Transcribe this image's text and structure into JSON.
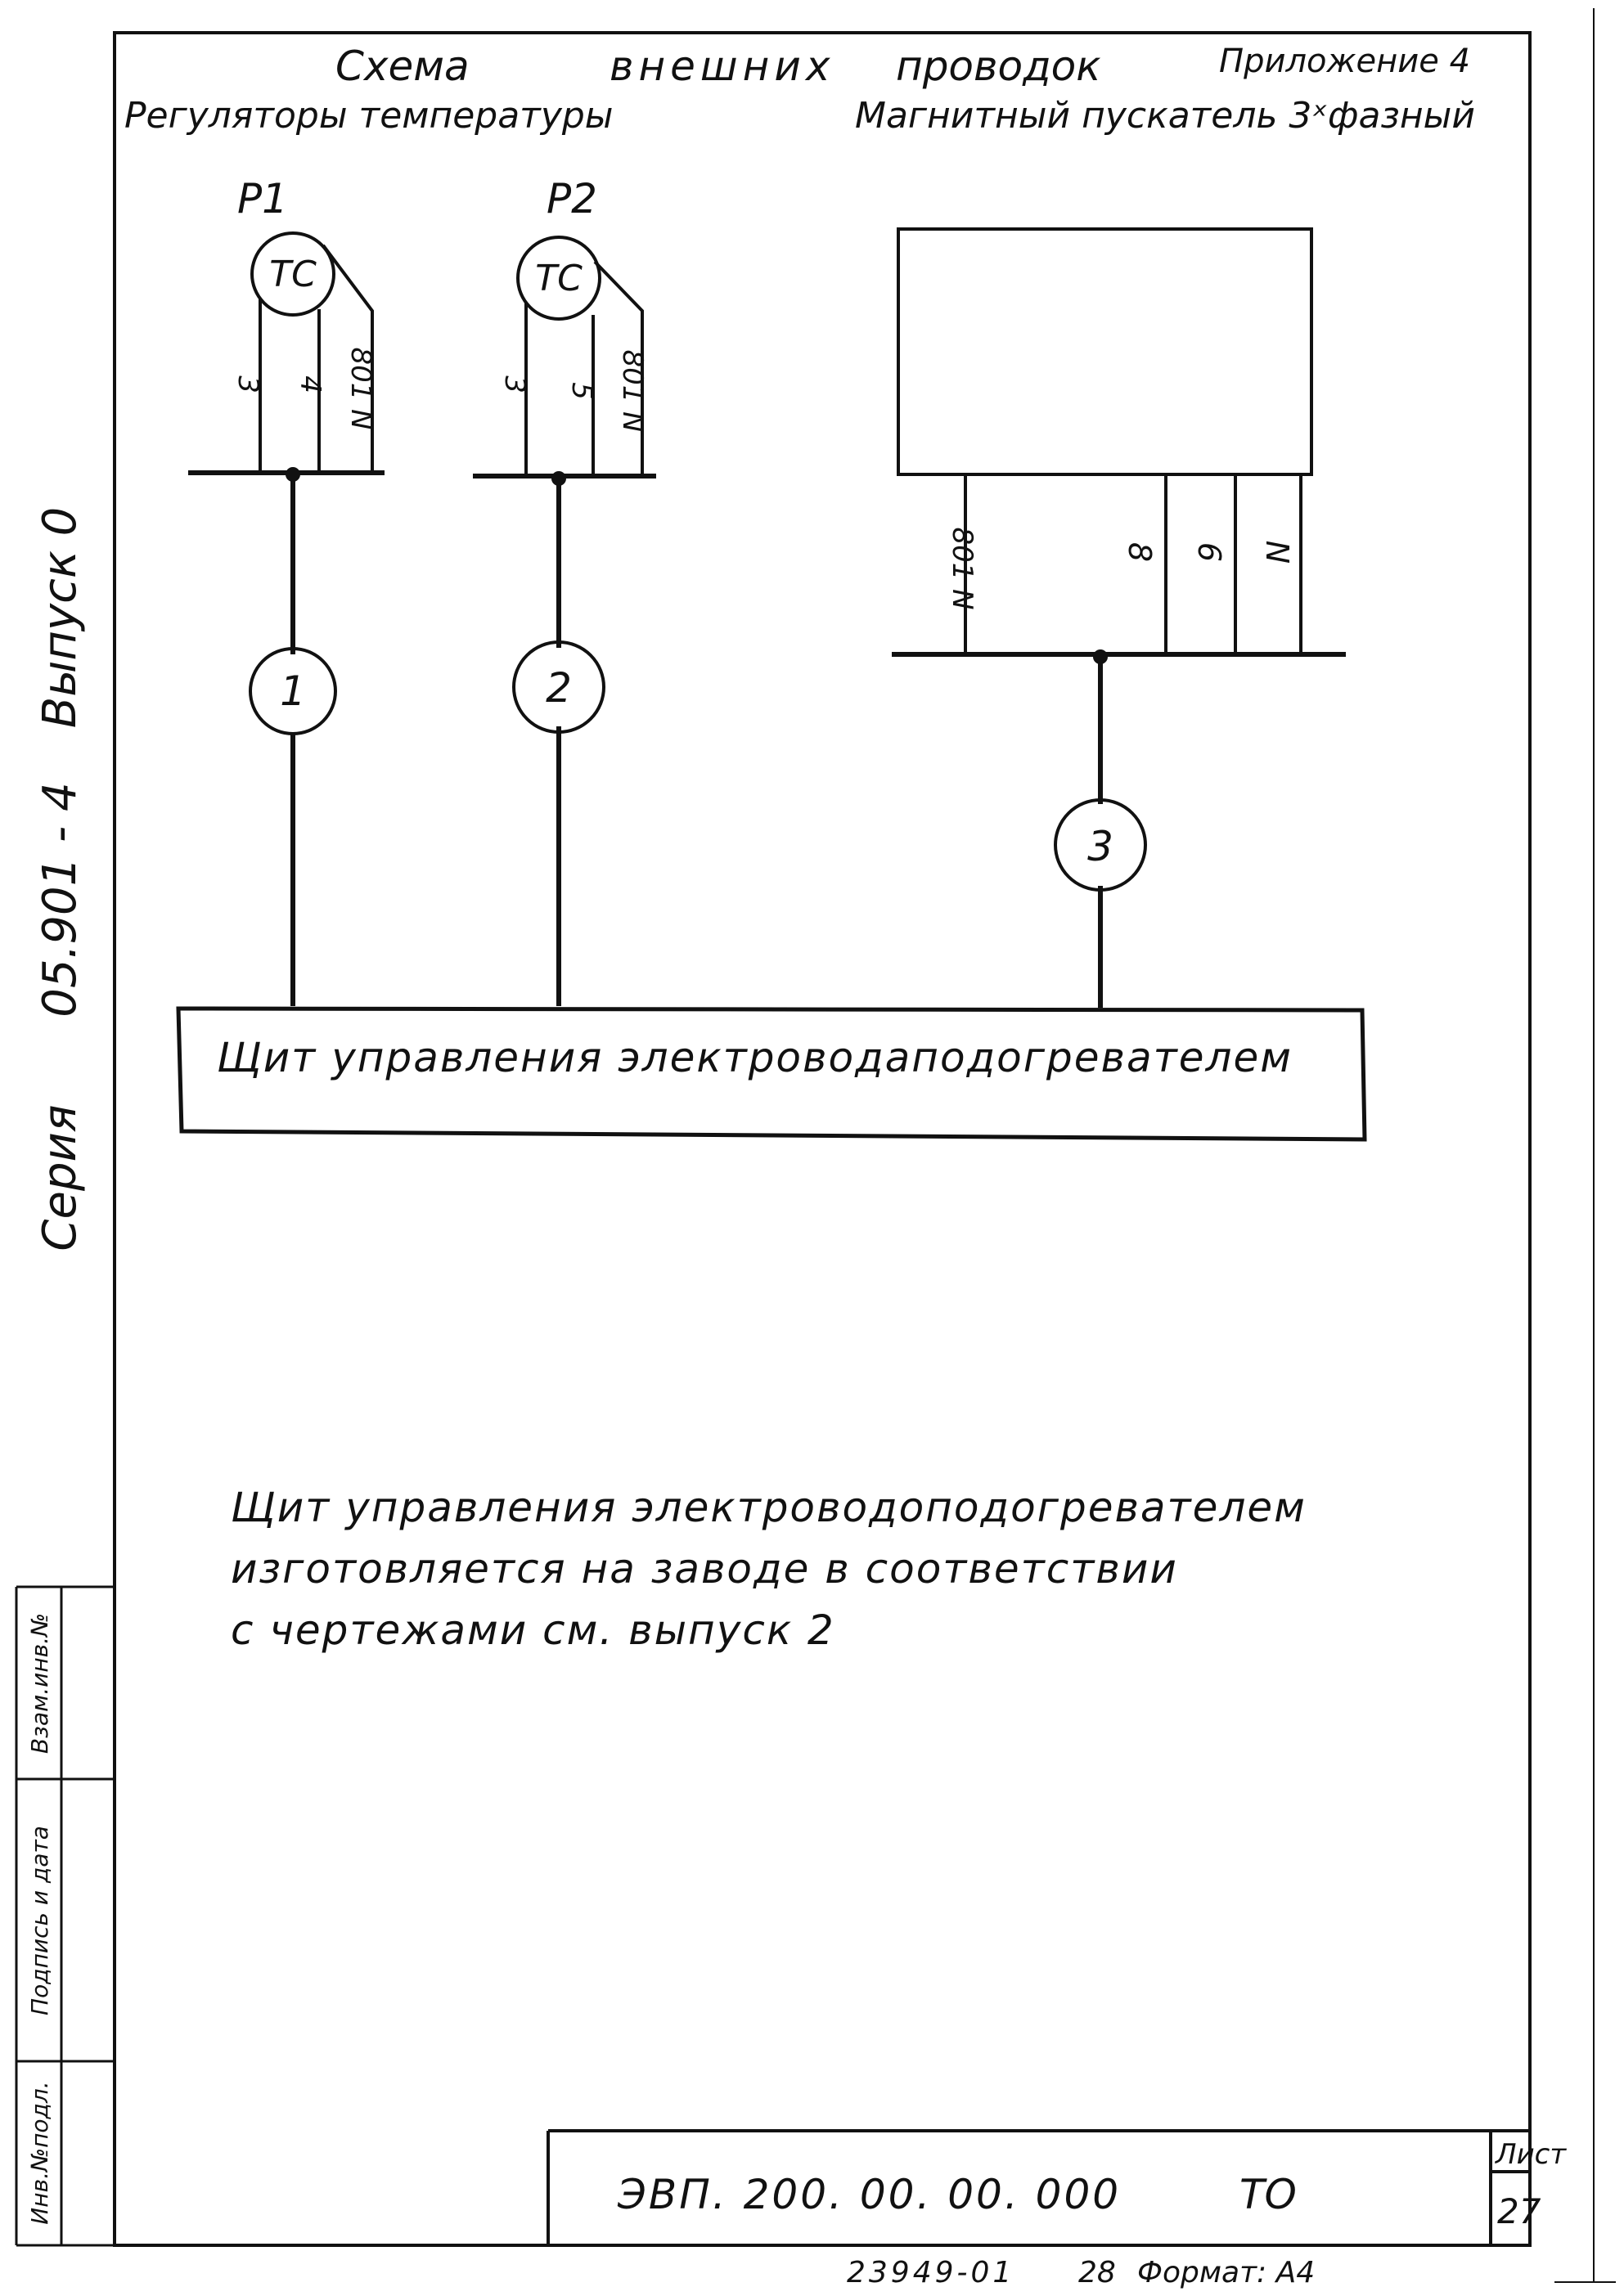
{
  "header": {
    "title_left": "Схема",
    "title_mid": "внешних",
    "title_right": "проводок",
    "appendix": "Приложение 4",
    "subtitle_left": "Регуляторы температуры",
    "subtitle_right": "Магнитный пускатель 3ˣфазный"
  },
  "side_labels": {
    "series": "Серия",
    "series_num": "05.901 - 4",
    "issue": "Выпуск 0"
  },
  "sensors": [
    {
      "label": "Р1",
      "device": "ТС",
      "wires": [
        "3",
        "4",
        "801 N"
      ]
    },
    {
      "label": "Р2",
      "device": "ТС",
      "wires": [
        "3",
        "5",
        "801 N"
      ]
    }
  ],
  "starter": {
    "wires": [
      "801 N",
      "8",
      "6",
      "N"
    ]
  },
  "cables": [
    "1",
    "2",
    "3"
  ],
  "panel": {
    "label": "Щит управления электроводаподогревателем"
  },
  "note": {
    "line1": "Щит управления электроводоподогревателем",
    "line2": "изготовляется на заводе в соответствии",
    "line3": "с чертежами см. выпуск 2"
  },
  "stamp": {
    "sign_cells": [
      "Взам.инв.№",
      "Подпись и дата",
      "Инв.№подл."
    ],
    "code": "ЭВП. 200. 00. 00. 000",
    "doc_type": "ТО",
    "sheet_label": "Лист",
    "sheet_num": "27"
  },
  "footer": {
    "order": "23949-01",
    "copy": "28",
    "format": "Формат: А4"
  }
}
